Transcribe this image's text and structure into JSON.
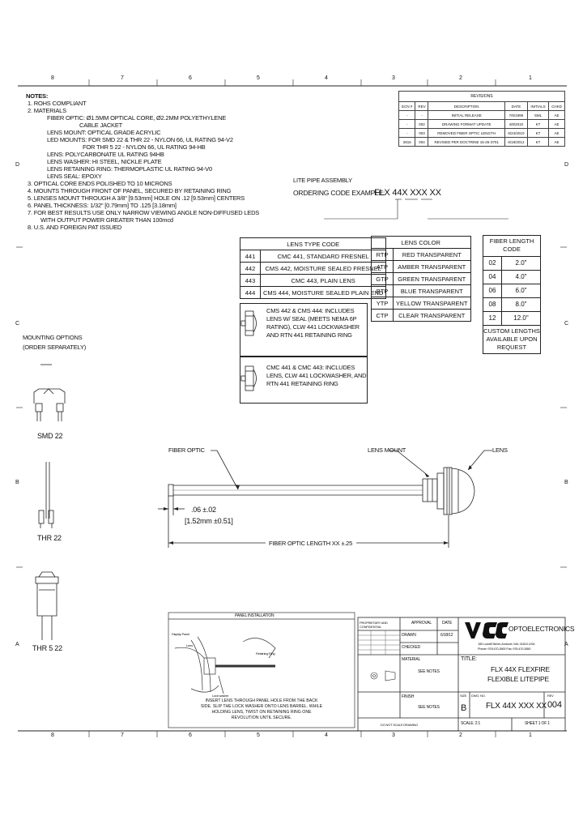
{
  "zones_top": [
    "8",
    "7",
    "6",
    "5",
    "4",
    "3",
    "2",
    "1"
  ],
  "zones_bottom": [
    "8",
    "7",
    "6",
    "5",
    "4",
    "3",
    "2",
    "1"
  ],
  "zones_left": [
    "D",
    "C",
    "B",
    "A"
  ],
  "zones_right": [
    "D",
    "C",
    "B",
    "A"
  ],
  "notes": {
    "heading": "NOTES:",
    "lines": [
      "1.    ROHS COMPLIANT",
      "2.    MATERIALS",
      "FIBER OPTIC: Ø1.5MM OPTICAL CORE, Ø2.2MM POLYETHYLENE",
      "CABLE JACKET",
      "LENS MOUNT: OPTICAL GRADE ACRYLIC",
      "LED MOUNTS: FOR SMD 22 & THR 22 - NYLON 66, UL RATING 94-V2",
      "FOR THR 5 22 - NYLON 66, UL RATING 94-HB",
      "LENS: POLYCARBONATE UL RATING 94HB",
      "LENS WASHER: HI STEEL, NICKLE PLATE",
      "LENS RETAINING RING: THERMOPLASTIC UL RATING 94-V0",
      "LENS SEAL: EPOXY",
      "3.    OPTICAL CORE ENDS POLISHED TO 10 MICRONS",
      "4.    MOUNTS THROUGH FRONT OF PANEL, SECURED BY RETAINING RING",
      "5.    LENSES MOUNT THROUGH A 3/8\" [9.53mm] HOLE ON .12 [9.53mm] CENTERS",
      "6.    PANEL THICKNESS: 1/32\" [0.79mm] TO .125 [3.18mm]",
      "7.    FOR BEST RESULTS USE ONLY NARROW VIEWING ANGLE NON-DIFFUSED LEDS",
      "WITH OUTPUT POWER GREATER THAN 100mcd",
      "8.    U.S. AND FOREIGN PAT ISSUED"
    ]
  },
  "revisions": {
    "title": "REVISIONS",
    "headers": [
      "ECN #",
      "REV",
      "DESCRIPTION",
      "DATE",
      "INITIALS",
      "CHKD"
    ],
    "rows": [
      [
        "-",
        "-",
        "INITIAL RELEASE",
        "7/6/1999",
        "SML",
        "AE"
      ],
      [
        "-",
        "002",
        "DRAWING FORMAT UPDATE",
        "4/8/2010",
        "KT",
        "AE"
      ],
      [
        "-",
        "003",
        "REMOVED FIBER OPTIC LENGTH",
        "6/24/2010",
        "KT",
        "AE"
      ],
      [
        "2816",
        "004",
        "REVISED PER DOCTRINE 15-25-3701",
        "6/18/2012",
        "KT",
        "AE"
      ]
    ]
  },
  "ordering": {
    "line1": "LITE PIPE ASSEMBLY",
    "line2": "ORDERING CODE EXAMPLE:",
    "code": "FLX 44X XXX XX"
  },
  "lens_type": {
    "header": "LENS TYPE CODE",
    "rows": [
      [
        "441",
        "CMC 441, STANDARD FRESNEL"
      ],
      [
        "442",
        "CMS 442, MOISTURE SEALED FRESNEL"
      ],
      [
        "443",
        "CMC 443, PLAIN LENS"
      ],
      [
        "444",
        "CMS 444, MOISTURE SEALED PLAIN END"
      ]
    ],
    "note1": [
      "CMS 442 & CMS 444: INCLUDES",
      "LENS W/ SEAL (MEETS NEMA 6P",
      "RATING), CLW 441 LOCKWASHER",
      "AND RTN 441 RETAINING RING"
    ],
    "note2": [
      "CMC 441 & CMC 443: INCLUDES",
      "LENS, CLW 441 LOCKWASHER, AND",
      "RTN 441 RETAINING RING"
    ]
  },
  "lens_color": {
    "header": "LENS COLOR",
    "rows": [
      [
        "RTP",
        "RED TRANSPARENT"
      ],
      [
        "ATP",
        "AMBER TRANSPARENT"
      ],
      [
        "GTP",
        "GREEN TRANSPARENT"
      ],
      [
        "BTP",
        "BLUE TRANSPARENT"
      ],
      [
        "YTP",
        "YELLOW TRANSPARENT"
      ],
      [
        "CTP",
        "CLEAR TRANSPARENT"
      ]
    ]
  },
  "fiber_length": {
    "header1": "FIBER LENGTH",
    "header2": "CODE",
    "rows": [
      [
        "02",
        "2.0\""
      ],
      [
        "04",
        "4.0\""
      ],
      [
        "06",
        "6.0\""
      ],
      [
        "08",
        "8.0\""
      ],
      [
        "12",
        "12.0\""
      ]
    ],
    "note": [
      "CUSTOM LENGTHS",
      "AVAILABLE UPON",
      "REQUEST"
    ]
  },
  "mounting": {
    "title1": "MOUNTING OPTIONS",
    "title2": "(ORDER SEPARATELY)",
    "items": [
      "SMD 22",
      "THR 22",
      "THR 5 22"
    ]
  },
  "drawing": {
    "fiber_label": "FIBER OPTIC",
    "lens_mount_label": "LENS MOUNT",
    "lens_label": "LENS",
    "dim1": ".06 ±.02",
    "dim2": "[1.52mm ±0.51]",
    "length_label": "FIBER OPTIC LENGTH XX ±.25"
  },
  "panel": {
    "title": "PANEL INSTALLATION",
    "display_panel": "Display Panel",
    "lens": "Lens",
    "retaining_ring": "Retaining Ring",
    "lock_washer": "Lock washer",
    "caption": [
      "INSERT LENS THROUGH PANEL HOLE FROM THE BACK",
      "SIDE. SLIP THE LOCK WASHER ONTO LENS BARREL. WHILE",
      "HOLDING LENS, TWIST ON RETAINING RING ONE",
      "REVOLUTION UNTIL SECURE."
    ]
  },
  "title_block": {
    "company": "OPTOELECTRONICS",
    "address1": "150 Lowell Street, Andover, MA, 01810 USA",
    "address2": "Phone: 978.470.2800 Fax: 978.470.2850",
    "approval": "APPROVAL",
    "date": "DATE",
    "drawn": "DRAWN",
    "checked": "CHECKED",
    "material": "MATERIAL",
    "see_notes1": "SEE NOTES",
    "finish": "FINISH",
    "see_notes2": "SEE NOTES",
    "dwg_date": "6/18/12",
    "title_label": "TITLE:",
    "title1": "FLX 44X FLEXFIRE",
    "title2": "FLEXIBLE LITEPIPE",
    "size_label": "SIZE",
    "dwg_no_label": "DWG. NO.",
    "rev_label": "REV",
    "size": "B",
    "dwg_no": "FLX 44X XXX XX",
    "rev": "004",
    "scale": "SCALE: 2:1",
    "sheet": "SHEET 1 OF 1",
    "do_not_scale": "DO NOT SCALE DRAWING",
    "proprietary": "PROPRIETARY AND CONFIDENTIAL"
  },
  "colors": {
    "ink": "#111111",
    "light_line": "#555555"
  }
}
